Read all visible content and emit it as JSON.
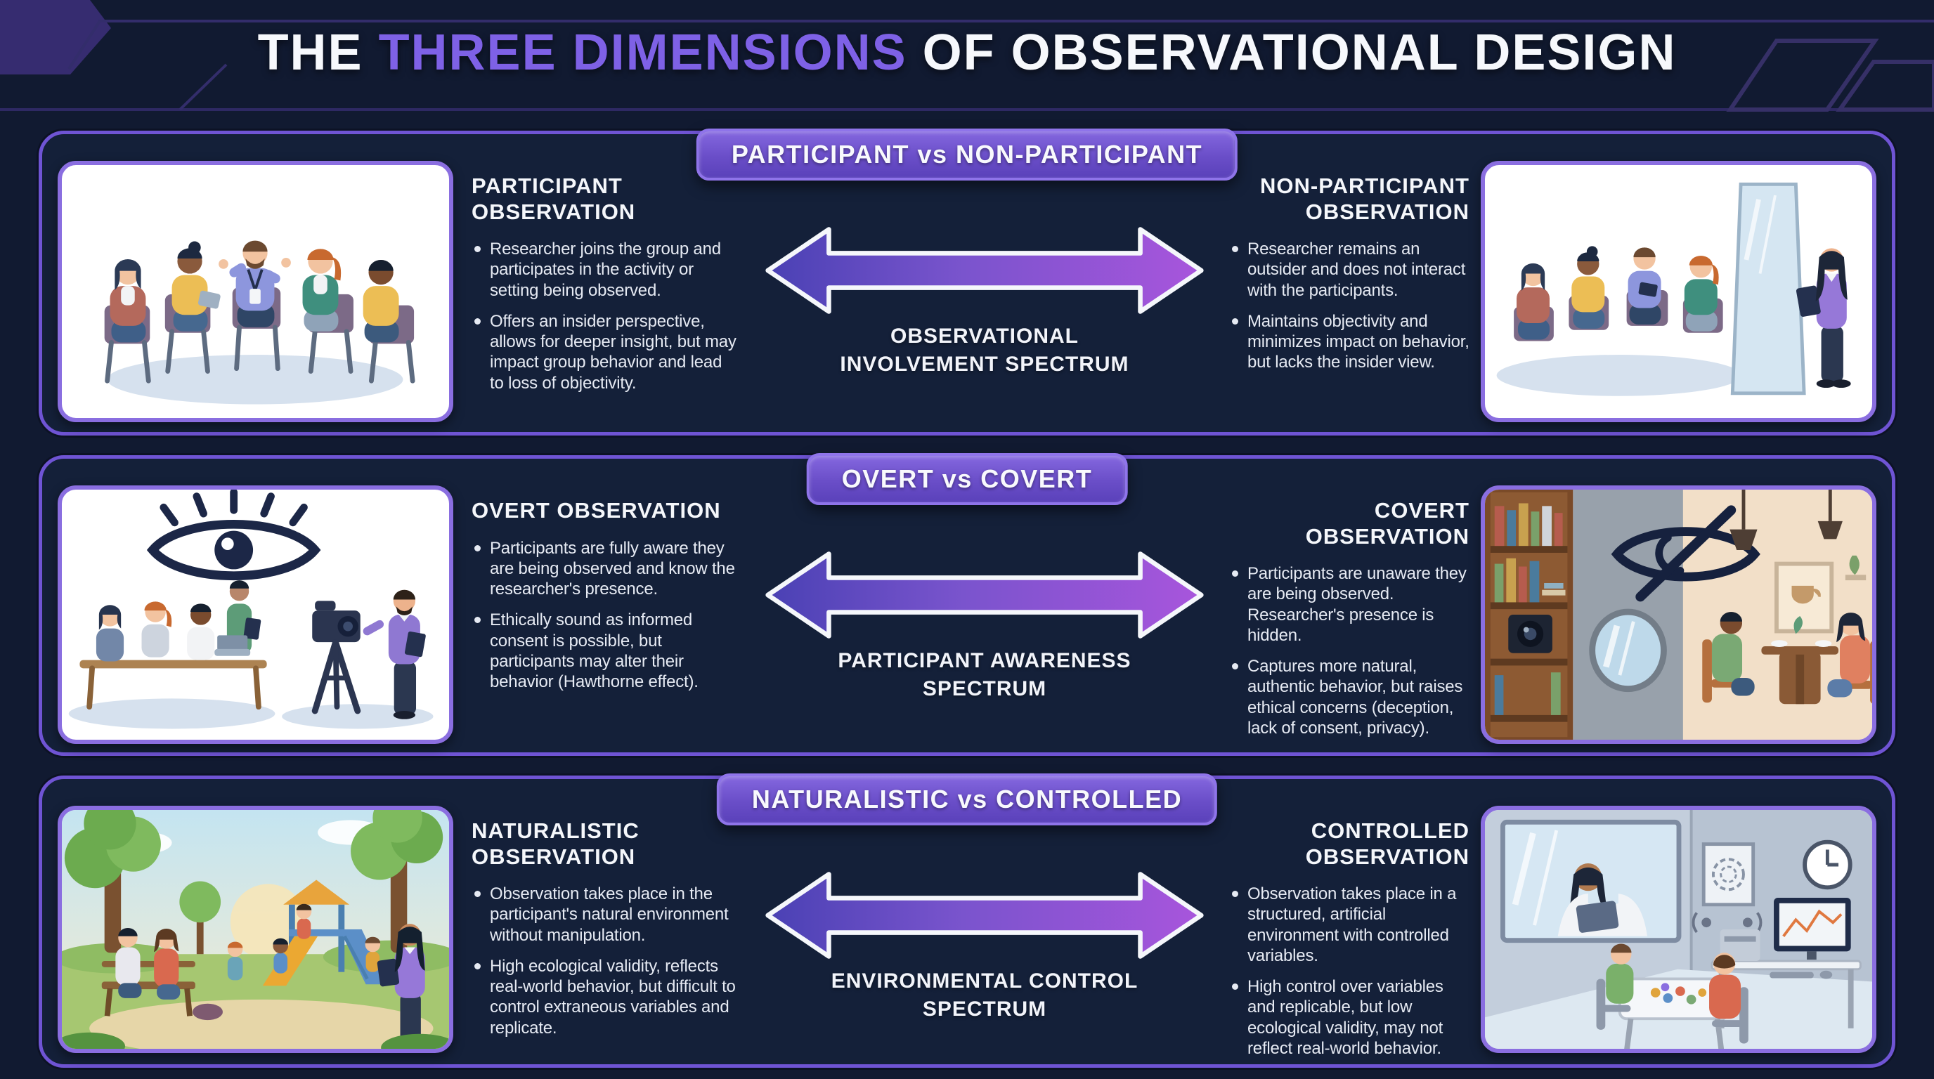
{
  "header": {
    "title": {
      "prefix": "THE ",
      "highlight": "THREE DIMENSIONS",
      "suffix": " OF OBSERVATIONAL DESIGN"
    }
  },
  "colors": {
    "background": "#111a31",
    "row_border": "#6f54d4",
    "card_border": "#8a6ee0",
    "pill_border": "#8f74ea",
    "title_highlight": "#7e61e6",
    "arrow_gradient_start": "#4a41b4",
    "arrow_gradient_mid": "#7a54cd",
    "arrow_gradient_end": "#a855dc",
    "text": "#eef1f8"
  },
  "rows": [
    {
      "pill": "PARTICIPANT vs NON-PARTICIPANT",
      "spectrum": [
        "OBSERVATIONAL",
        "INVOLVEMENT SPECTRUM"
      ],
      "left": {
        "heading": "PARTICIPANT OBSERVATION",
        "bullets": [
          "Researcher joins the group and participates in the activity or setting being observed.",
          "Offers an insider perspective, allows for deeper insight, but may impact group behavior and lead to loss of objectivity."
        ],
        "image_alt": "Researcher participating in a seated group discussion"
      },
      "right": {
        "heading": "NON-PARTICIPANT OBSERVATION",
        "bullets": [
          "Researcher remains an outsider and does not interact with the participants.",
          "Maintains objectivity and minimizes impact on behavior, but lacks the insider view."
        ],
        "image_alt": "Researcher with clipboard observing a group from behind a glass panel"
      }
    },
    {
      "pill": "OVERT vs COVERT",
      "spectrum": [
        "PARTICIPANT AWARENESS",
        "SPECTRUM"
      ],
      "left": {
        "heading": "OVERT OBSERVATION",
        "bullets": [
          "Participants are fully aware they are being observed and know the researcher's presence.",
          "Ethically sound as informed consent is possible, but participants may alter their behavior (Hawthorne effect)."
        ],
        "image_alt": "Open observation of a classroom with a large eye symbol and a video camera"
      },
      "right": {
        "heading": "COVERT OBSERVATION",
        "bullets": [
          "Participants are unaware they are being observed. Researcher's presence is hidden.",
          "Captures more natural, authentic behavior, but raises ethical concerns (deception, lack of consent, privacy)."
        ],
        "image_alt": "Hidden camera in a bookshelf and crossed-out eye over a cafe conversation"
      }
    },
    {
      "pill": "NATURALISTIC vs CONTROLLED",
      "spectrum": [
        "ENVIRONMENTAL CONTROL",
        "SPECTRUM"
      ],
      "left": {
        "heading": "NATURALISTIC OBSERVATION",
        "bullets": [
          "Observation takes place in the participant's natural environment without manipulation.",
          "High ecological validity, reflects real-world behavior, but difficult to control extraneous variables and replicate."
        ],
        "image_alt": "Families and children observed at a park playground"
      },
      "right": {
        "heading": "CONTROLLED OBSERVATION",
        "bullets": [
          "Observation takes place in a structured, artificial environment with controlled variables.",
          "High control over variables and replicable, but low ecological validity, may not reflect real-world behavior."
        ],
        "image_alt": "Researcher watching children through a one-way mirror in a lab room"
      }
    }
  ]
}
